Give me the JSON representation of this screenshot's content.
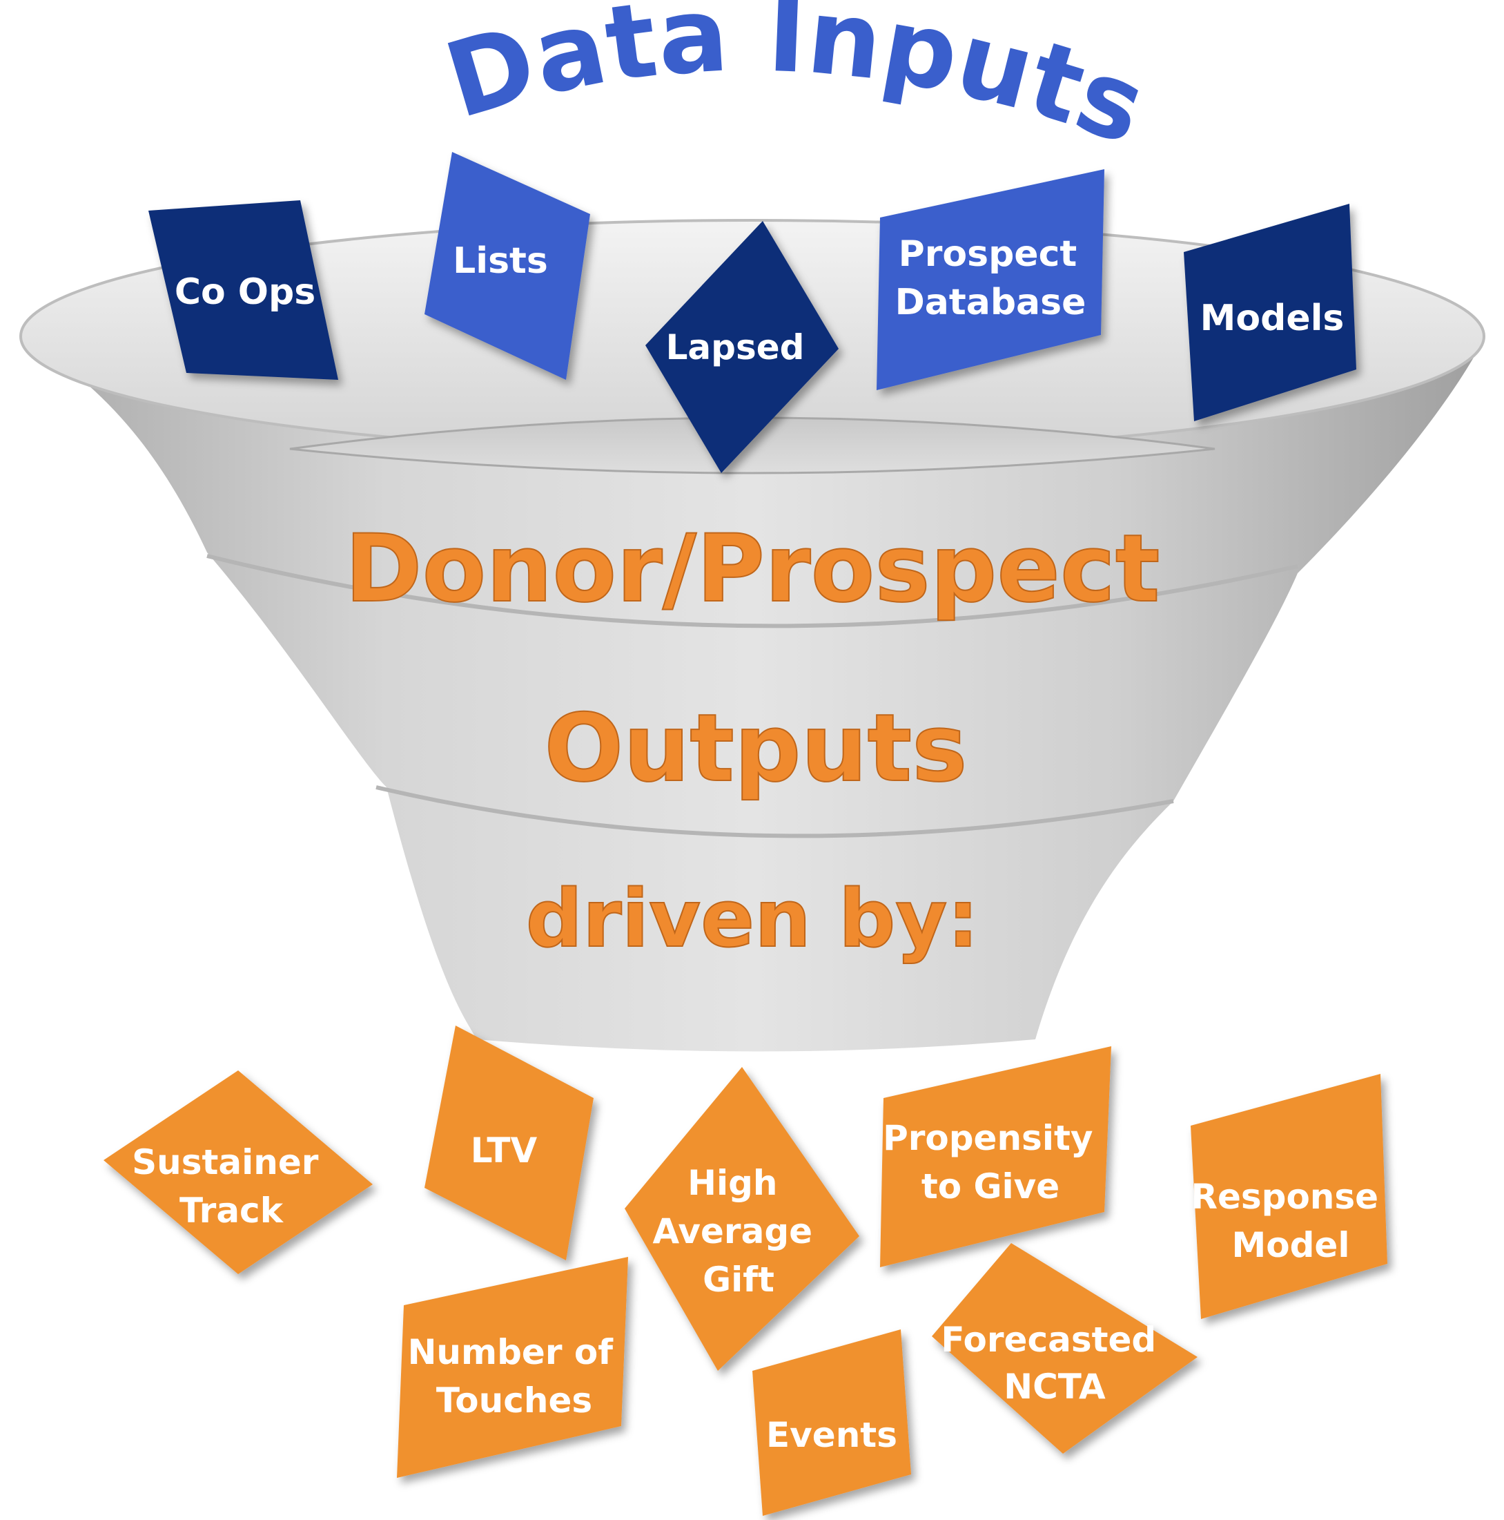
{
  "title": "Data Inputs",
  "colors": {
    "title": "#3a5fcc",
    "input_dark": "#0d2d78",
    "input_light": "#3a5fcc",
    "driver": "#f0912f",
    "funnel_text": "#f08a2e"
  },
  "inputs": [
    {
      "lines": [
        "Co Ops"
      ],
      "shade": "dark"
    },
    {
      "lines": [
        "Lists"
      ],
      "shade": "light"
    },
    {
      "lines": [
        "Lapsed"
      ],
      "shade": "dark"
    },
    {
      "lines": [
        "Prospect",
        "Database"
      ],
      "shade": "light"
    },
    {
      "lines": [
        "Models"
      ],
      "shade": "dark"
    }
  ],
  "funnel": {
    "line1": "Donor/Prospect",
    "line2": "Outputs",
    "line3": "driven by:"
  },
  "drivers": [
    {
      "lines": [
        "Sustainer",
        "Track"
      ]
    },
    {
      "lines": [
        "LTV"
      ]
    },
    {
      "lines": [
        "High",
        "Average",
        "Gift"
      ]
    },
    {
      "lines": [
        "Propensity",
        "to Give"
      ]
    },
    {
      "lines": [
        "Response",
        "Model"
      ]
    },
    {
      "lines": [
        "Number of",
        "Touches"
      ]
    },
    {
      "lines": [
        "Events"
      ]
    },
    {
      "lines": [
        "Forecasted",
        "NCTA"
      ]
    }
  ]
}
